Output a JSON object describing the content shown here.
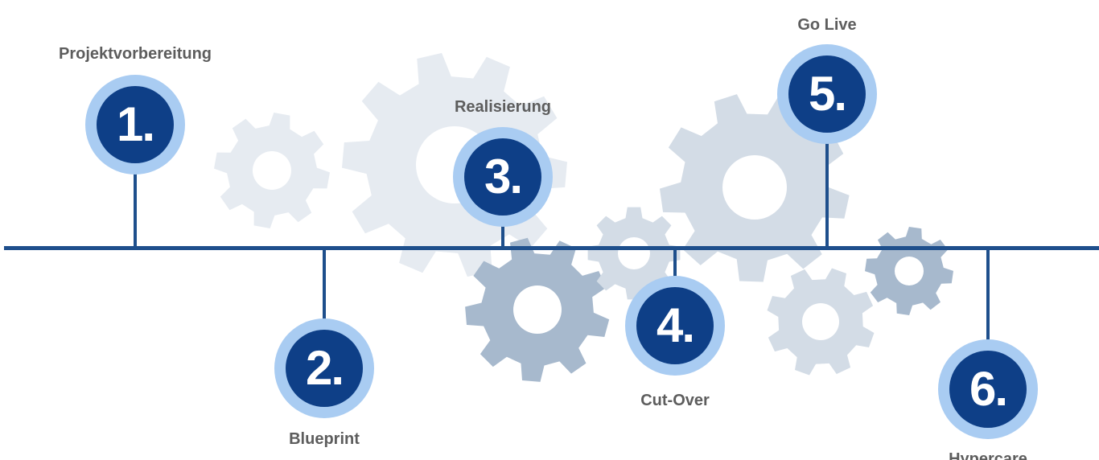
{
  "colors": {
    "timeline": "#1e4f8c",
    "circle_inner": "#0e3f87",
    "circle_ring": "#a9ccf2",
    "label_text": "#5d5d5d",
    "gear_light": "#e6ebf1",
    "gear_medium": "#d3dce6",
    "gear_dark": "#a7b9cd"
  },
  "background": {
    "gears": [
      {
        "name": "gear-icon",
        "tone": "light"
      },
      {
        "name": "gear-icon",
        "tone": "light"
      },
      {
        "name": "gear-icon",
        "tone": "medium"
      },
      {
        "name": "gear-icon",
        "tone": "dark"
      },
      {
        "name": "gear-icon",
        "tone": "medium"
      },
      {
        "name": "gear-icon",
        "tone": "medium"
      },
      {
        "name": "gear-icon",
        "tone": "dark"
      }
    ]
  },
  "milestones": [
    {
      "number": "1.",
      "label": "Projektvorbereitung"
    },
    {
      "number": "2.",
      "label": "Blueprint"
    },
    {
      "number": "3.",
      "label": "Realisierung"
    },
    {
      "number": "4.",
      "label": "Cut-Over"
    },
    {
      "number": "5.",
      "label": "Go Live"
    },
    {
      "number": "6.",
      "label": "Hypercare"
    }
  ]
}
